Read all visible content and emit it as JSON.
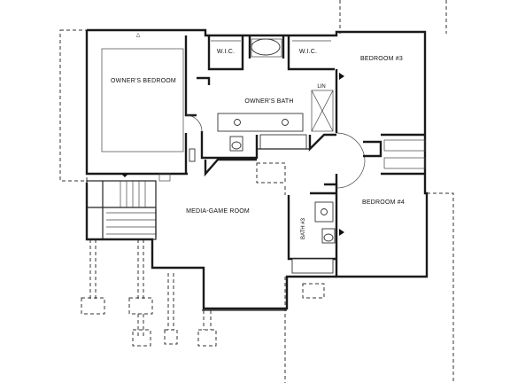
{
  "rooms": {
    "owners_bedroom": {
      "label": "OWNER'S BEDROOM",
      "dims": ""
    },
    "wic_left": {
      "label": "W.I.C."
    },
    "wic_right": {
      "label": "W.I.C."
    },
    "owners_bath": {
      "label": "OWNER'S BATH",
      "dims": ""
    },
    "bedroom3": {
      "label": "BEDROOM #3",
      "dims": ""
    },
    "bedroom4": {
      "label": "BEDROOM #4",
      "dims": ""
    },
    "media_room": {
      "label": "MEDIA-GAME ROOM",
      "dims": ""
    },
    "bath3": {
      "label": "BATH #3"
    },
    "linen": {
      "label": "LIN"
    }
  }
}
